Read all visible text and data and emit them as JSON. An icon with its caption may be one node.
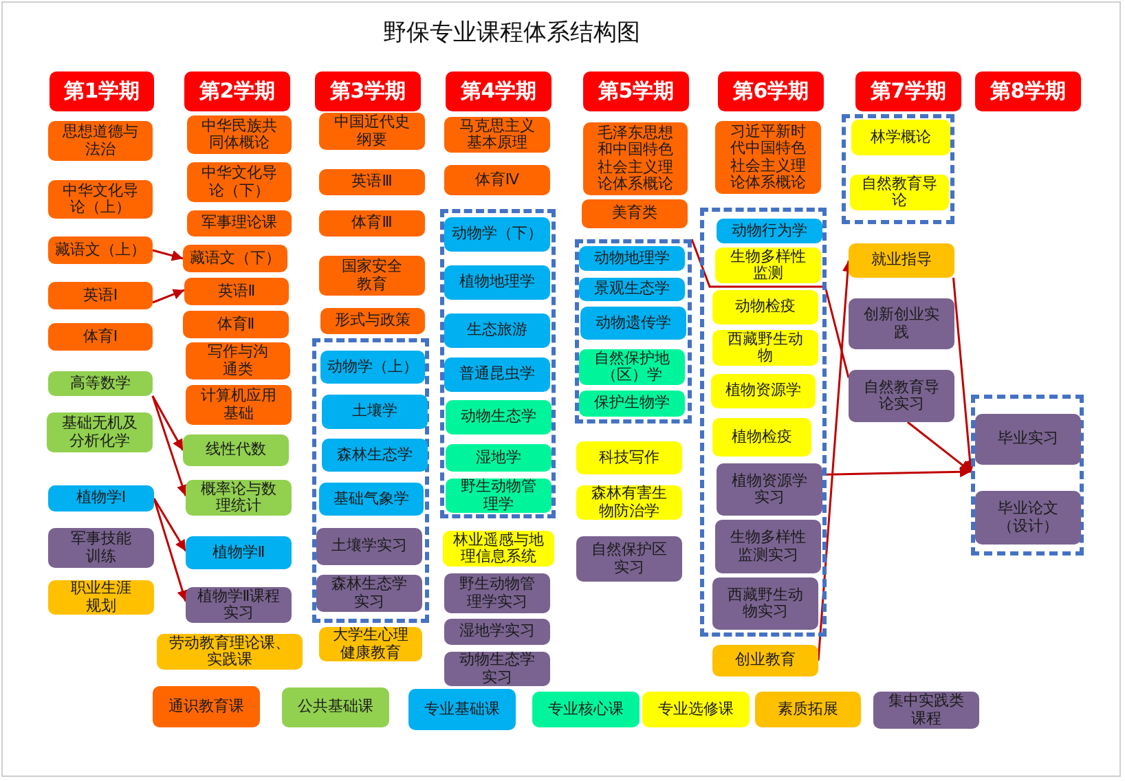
{
  "diagram": {
    "title": "野保专业课程体系结构图",
    "nodes": [
      {
        "text": [
          "第1学期"
        ]
      },
      {
        "text": [
          "思想道德与法治"
        ]
      },
      {
        "text": [
          "中华文化导论（上）"
        ]
      },
      {
        "text": [
          "藏语文（上）"
        ]
      },
      {
        "text": [
          "英语Ⅰ"
        ]
      },
      {
        "text": [
          "体育Ⅰ"
        ]
      },
      {
        "text": [
          "高等数学"
        ]
      },
      {
        "text": [
          "基础无机及分析化学"
        ]
      },
      {
        "text": [
          "植物学Ⅰ"
        ]
      },
      {
        "text": [
          "军事技能训练"
        ]
      },
      {
        "text": [
          "职业生涯规划"
        ]
      },
      {
        "text": [
          "第2学期"
        ]
      },
      {
        "text": [
          "中华民族共同体概论"
        ]
      },
      {
        "text": [
          "中华文化导论（下）"
        ]
      },
      {
        "text": [
          "军事理论课"
        ]
      },
      {
        "text": [
          "藏语文（下）"
        ]
      },
      {
        "text": [
          "英语Ⅱ"
        ]
      },
      {
        "text": [
          "体育Ⅱ"
        ]
      },
      {
        "text": [
          "写作与沟通类"
        ]
      },
      {
        "text": [
          "计算机应用基础"
        ]
      },
      {
        "text": [
          "线性代数"
        ]
      },
      {
        "text": [
          "概率论与数理统计"
        ]
      },
      {
        "text": [
          "植物学Ⅱ"
        ]
      },
      {
        "text": [
          "植物学Ⅱ课程实习"
        ]
      },
      {
        "text": [
          "劳动教育理论课、实践课"
        ]
      },
      {
        "text": [
          "第3学期"
        ]
      },
      {
        "text": [
          "中国近代史纲要"
        ]
      },
      {
        "text": [
          "英语Ⅲ"
        ]
      },
      {
        "text": [
          "体育Ⅲ"
        ]
      },
      {
        "text": [
          "国家安全教育"
        ]
      },
      {
        "text": [
          "形式与政策"
        ]
      },
      {
        "text": [],
        "shape": "box"
      },
      {
        "text": [
          "动物学（上）"
        ],
        "in": 31
      },
      {
        "text": [
          "土壤学"
        ],
        "in": 31
      },
      {
        "text": [
          "森林生态学"
        ],
        "in": 31
      },
      {
        "text": [
          "基础气象学"
        ],
        "in": 31
      },
      {
        "text": [
          "土壤学实习"
        ],
        "in": 31
      },
      {
        "text": [
          "森林生态学实习"
        ],
        "in": 31
      },
      {
        "text": [
          "大学生心理健康教育"
        ]
      },
      {
        "text": [
          "第4学期"
        ]
      },
      {
        "text": [
          "马克思主义基本原理"
        ]
      },
      {
        "text": [
          "体育Ⅳ"
        ]
      },
      {
        "text": [],
        "shape": "box"
      },
      {
        "text": [
          "动物学（下）"
        ],
        "in": 42
      },
      {
        "text": [
          "植物地理学"
        ],
        "in": 42
      },
      {
        "text": [
          "生态旅游"
        ],
        "in": 42
      },
      {
        "text": [
          "普通昆虫学"
        ],
        "in": 42
      },
      {
        "text": [
          "动物生态学"
        ],
        "in": 42
      },
      {
        "text": [
          "湿地学"
        ],
        "in": 42
      },
      {
        "text": [
          "野生动物管理学"
        ],
        "in": 42
      },
      {
        "text": [
          "林业遥感与地理信息系统"
        ]
      },
      {
        "text": [
          "野生动物管理学实习"
        ]
      },
      {
        "text": [
          "湿地学实习"
        ]
      },
      {
        "text": [
          "动物生态学实习"
        ]
      },
      {
        "text": [
          "第5学期"
        ]
      },
      {
        "text": [
          "毛泽东思想和中国特色社会主义理论体系概论"
        ]
      },
      {
        "text": [
          "美育类"
        ]
      },
      {
        "text": [],
        "shape": "box"
      },
      {
        "text": [
          "动物地理学"
        ],
        "in": 57
      },
      {
        "text": [
          "景观生态学"
        ],
        "in": 57
      },
      {
        "text": [
          "动物遗传学"
        ],
        "in": 57
      },
      {
        "text": [
          "自然保护地（区）学"
        ],
        "in": 57
      },
      {
        "text": [
          "保护生物学"
        ],
        "in": 57
      },
      {
        "text": [
          "科技写作"
        ]
      },
      {
        "text": [
          "森林有害生物防治学"
        ]
      },
      {
        "text": [
          "自然保护区实习"
        ]
      },
      {
        "text": [
          "第6学期"
        ]
      },
      {
        "text": [
          "习近平新时代中国特色社会主义理论体系概论"
        ]
      },
      {
        "text": [],
        "shape": "box"
      },
      {
        "text": [
          "动物行为学"
        ],
        "in": 68
      },
      {
        "text": [
          "生物多样性监测"
        ],
        "in": 68
      },
      {
        "text": [
          "动物检疫"
        ],
        "in": 68
      },
      {
        "text": [
          "西藏野生动物"
        ],
        "in": 68
      },
      {
        "text": [
          "植物资源学"
        ],
        "in": 68
      },
      {
        "text": [
          "植物检疫"
        ],
        "in": 68
      },
      {
        "text": [
          "植物资源学实习"
        ],
        "in": 68
      },
      {
        "text": [
          "生物多样性监测实习"
        ],
        "in": 68
      },
      {
        "text": [
          "西藏野生动物实习"
        ],
        "in": 68
      },
      {
        "text": [
          "创业教育"
        ]
      },
      {
        "text": [
          "第7学期"
        ]
      },
      {
        "text": [],
        "shape": "box"
      },
      {
        "text": [
          "林学概论"
        ],
        "in": 80
      },
      {
        "text": [
          "自然教育导论"
        ],
        "in": 80
      },
      {
        "text": [
          "就业指导"
        ]
      },
      {
        "text": [
          "创新创业实践"
        ]
      },
      {
        "text": [
          "自然教育导论实习"
        ]
      },
      {
        "text": [
          "第8学期"
        ]
      },
      {
        "text": [],
        "shape": "box"
      },
      {
        "text": [
          "毕业实习"
        ],
        "in": 87
      },
      {
        "text": [
          "毕业论文（设计）"
        ],
        "in": 87
      }
    ],
    "edges": [
      {
        "from": 3,
        "to": 15,
        "arrow": "to"
      },
      {
        "from": 4,
        "to": 16,
        "arrow": "to"
      },
      {
        "from": 6,
        "to": 20,
        "arrow": "to"
      },
      {
        "from": 6,
        "to": 21,
        "arrow": "to"
      },
      {
        "from": 8,
        "to": 22,
        "arrow": "to"
      },
      {
        "from": 8,
        "to": 23,
        "arrow": "to"
      },
      {
        "from": 57,
        "to": 85,
        "arrow": "none"
      },
      {
        "from": 78,
        "to": 83,
        "arrow": "to"
      },
      {
        "from": 68,
        "to": 87,
        "arrow": "to"
      },
      {
        "from": 83,
        "to": 87,
        "arrow": "to"
      },
      {
        "from": 85,
        "to": 87,
        "arrow": "to"
      }
    ],
    "legend": [
      {
        "text": "通识教育课",
        "color": "#ff6600"
      },
      {
        "text": "公共基础课",
        "color": "#92d050"
      },
      {
        "text": "专业基础课",
        "color": "#00b0f0"
      },
      {
        "text": "专业核心课",
        "color": "#00f59b"
      },
      {
        "text": "专业选修课",
        "color": "#ffff00"
      },
      {
        "text": "素质拓展",
        "color": "#ffc000"
      },
      {
        "text": "集中实践类课程",
        "color": "#7a6390"
      }
    ]
  }
}
